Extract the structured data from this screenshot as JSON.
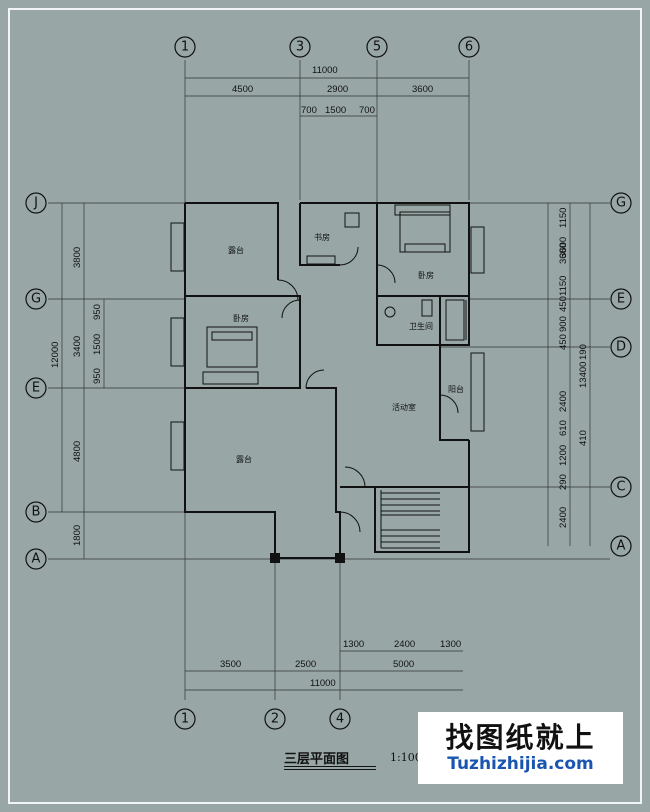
{
  "title": "三层平面图",
  "scale": "1:100",
  "watermark": {
    "cn": "找图纸就上",
    "en": "Tuzhizhijia.com"
  },
  "axes": {
    "top": [
      "1",
      "3",
      "5",
      "6"
    ],
    "bottom": [
      "1",
      "2",
      "4"
    ],
    "left": [
      "J",
      "G",
      "E",
      "B",
      "A"
    ],
    "right": [
      "G",
      "E",
      "D",
      "C",
      "A"
    ]
  },
  "dims_top": {
    "total": "11000",
    "seg": [
      "4500",
      "2900",
      "3600"
    ],
    "sub": [
      "700",
      "1500",
      "700"
    ]
  },
  "dims_bottom": {
    "sub": [
      "1300",
      "2400",
      "1300"
    ],
    "seg": [
      "3500",
      "2500",
      "5000"
    ],
    "total": "11000"
  },
  "dims_left": {
    "seg": [
      "3800",
      "3400",
      "4800",
      "1800"
    ],
    "sub": [
      "950",
      "1500",
      "950"
    ],
    "total": "12000"
  },
  "dims_right": {
    "seg": [
      "3600",
      "2400",
      "2400"
    ],
    "sub": [
      "1150",
      "1150",
      "450",
      "900",
      "450",
      "610",
      "1200",
      "290"
    ],
    "extra": [
      "3600",
      "410"
    ],
    "total": "13400",
    "total2": "190"
  },
  "rooms": [
    "露台",
    "书房",
    "卧房",
    "卧房",
    "卫生间",
    "活动室",
    "阳台",
    "露台"
  ]
}
